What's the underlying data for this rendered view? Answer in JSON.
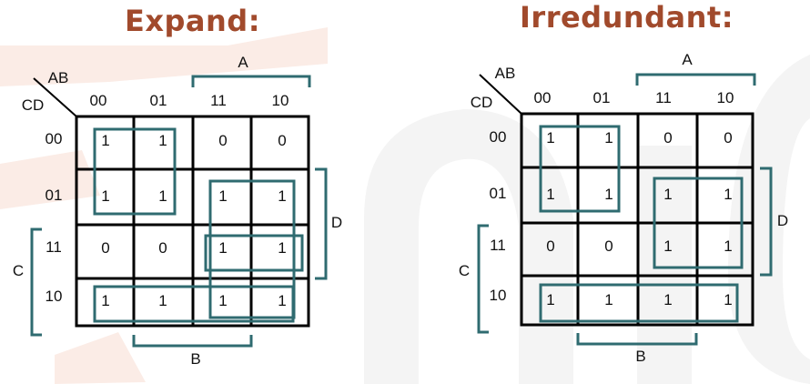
{
  "titles": {
    "left": "Expand:",
    "right": "Irredundant:"
  },
  "corner": {
    "col_var": "AB",
    "row_var": "CD"
  },
  "col_headers": [
    "00",
    "01",
    "11",
    "10"
  ],
  "row_headers": [
    "00",
    "01",
    "11",
    "10"
  ],
  "var_labels": {
    "A": "A",
    "B": "B",
    "C": "C",
    "D": "D"
  },
  "left_map": {
    "cells": [
      [
        "1",
        "1",
        "0",
        "0"
      ],
      [
        "1",
        "1",
        "1",
        "1"
      ],
      [
        "0",
        "0",
        "1",
        "1"
      ],
      [
        "1",
        "1",
        "1",
        "1"
      ]
    ]
  },
  "right_map": {
    "cells": [
      [
        "1",
        "1",
        "0",
        "0"
      ],
      [
        "1",
        "1",
        "1",
        "1"
      ],
      [
        "0",
        "0",
        "1",
        "1"
      ],
      [
        "1",
        "1",
        "1",
        "1"
      ]
    ]
  },
  "colors": {
    "title": "#a14a2c",
    "grouping": "#2f6b70",
    "grid": "#000000",
    "watermark": "#fbece6"
  }
}
